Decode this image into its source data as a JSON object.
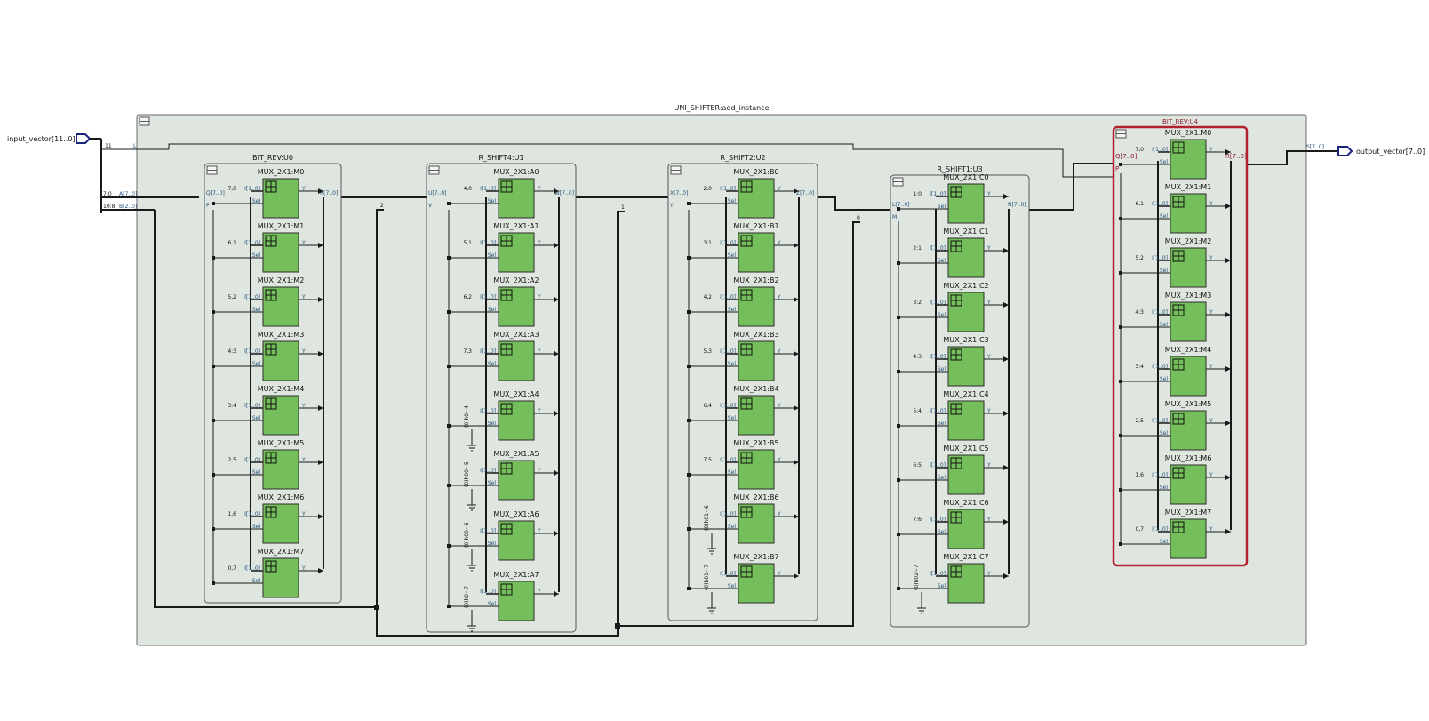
{
  "top": {
    "title": "UNI_SHIFTER:add_instance",
    "input_port": "input_vector[11..0]",
    "output_port": "output_vector[7..0]",
    "in_taps": [
      "11",
      "7:0",
      "10:8"
    ],
    "in_bus_labels": [
      "L",
      "A[7..0]",
      "B[2..0]"
    ],
    "out_bus_label": "S[7..0]"
  },
  "colors": {
    "frame_fill": "#dfe6e0",
    "mux_fill": "#74bf5b",
    "wire": "#1a1a1a",
    "bus_label": "#1f4e79",
    "highlight": "#b3202e"
  },
  "blocks": [
    {
      "title": "BIT_REV:U0",
      "in_bus": "Q[7..0]",
      "in_sel": "P",
      "out_bus": "R[7..0]",
      "highlight": false,
      "muxes": [
        {
          "name": "MUX_2X1:M0",
          "in": "7,0",
          "const": ""
        },
        {
          "name": "MUX_2X1:M1",
          "in": "6,1",
          "const": ""
        },
        {
          "name": "MUX_2X1:M2",
          "in": "5,2",
          "const": ""
        },
        {
          "name": "MUX_2X1:M3",
          "in": "4:3",
          "const": ""
        },
        {
          "name": "MUX_2X1:M4",
          "in": "3:4",
          "const": ""
        },
        {
          "name": "MUX_2X1:M5",
          "in": "2,5",
          "const": ""
        },
        {
          "name": "MUX_2X1:M6",
          "in": "1,6",
          "const": ""
        },
        {
          "name": "MUX_2X1:M7",
          "in": "0,7",
          "const": ""
        }
      ]
    },
    {
      "title": "R_SHIFT4:U1",
      "in_bus": "U[7..0]",
      "in_sel": "V",
      "out_bus": "W[7..0]",
      "highlight": false,
      "muxes": [
        {
          "name": "MUX_2X1:A0",
          "in": "4,0",
          "const": ""
        },
        {
          "name": "MUX_2X1:A1",
          "in": "5,1",
          "const": ""
        },
        {
          "name": "MUX_2X1:A2",
          "in": "6,2",
          "const": ""
        },
        {
          "name": "MUX_2X1:A3",
          "in": "7,3",
          "const": ""
        },
        {
          "name": "MUX_2X1:A4",
          "in": "",
          "const": "(0)h0~4"
        },
        {
          "name": "MUX_2X1:A5",
          "in": "",
          "const": "(0)h00~5"
        },
        {
          "name": "MUX_2X1:A6",
          "in": "",
          "const": "(0)h00~6"
        },
        {
          "name": "MUX_2X1:A7",
          "in": "",
          "const": "(0)h0~7"
        }
      ]
    },
    {
      "title": "R_SHIFT2:U2",
      "in_bus": "X[7..0]",
      "in_sel": "Y",
      "out_bus": "Z[7..0]",
      "highlight": false,
      "muxes": [
        {
          "name": "MUX_2X1:B0",
          "in": "2,0",
          "const": ""
        },
        {
          "name": "MUX_2X1:B1",
          "in": "3,1",
          "const": ""
        },
        {
          "name": "MUX_2X1:B2",
          "in": "4,2",
          "const": ""
        },
        {
          "name": "MUX_2X1:B3",
          "in": "5,3",
          "const": ""
        },
        {
          "name": "MUX_2X1:B4",
          "in": "6,4",
          "const": ""
        },
        {
          "name": "MUX_2X1:B5",
          "in": "7,5",
          "const": ""
        },
        {
          "name": "MUX_2X1:B6",
          "in": "",
          "const": "(0)h01~6"
        },
        {
          "name": "MUX_2X1:B7",
          "in": "",
          "const": "(0)h01~7"
        }
      ]
    },
    {
      "title": "R_SHIFT1:U3",
      "in_bus": "L[7..0]",
      "in_sel": "M",
      "out_bus": "N[7..0]",
      "highlight": false,
      "muxes": [
        {
          "name": "MUX_2X1:C0",
          "in": "1:0",
          "const": ""
        },
        {
          "name": "MUX_2X1:C1",
          "in": "2:1",
          "const": ""
        },
        {
          "name": "MUX_2X1:C2",
          "in": "3:2",
          "const": ""
        },
        {
          "name": "MUX_2X1:C3",
          "in": "4:3",
          "const": ""
        },
        {
          "name": "MUX_2X1:C4",
          "in": "5:4",
          "const": ""
        },
        {
          "name": "MUX_2X1:C5",
          "in": "6:5",
          "const": ""
        },
        {
          "name": "MUX_2X1:C6",
          "in": "7:6",
          "const": ""
        },
        {
          "name": "MUX_2X1:C7",
          "in": "",
          "const": "(0)h02~7"
        }
      ]
    },
    {
      "title": "BIT_REV:U4",
      "in_bus": "Q[7..0]",
      "in_sel": "P",
      "out_bus": "R[7..0]",
      "highlight": true,
      "muxes": [
        {
          "name": "MUX_2X1:M0",
          "in": "7,0",
          "const": ""
        },
        {
          "name": "MUX_2X1:M1",
          "in": "6,1",
          "const": ""
        },
        {
          "name": "MUX_2X1:M2",
          "in": "5,2",
          "const": ""
        },
        {
          "name": "MUX_2X1:M3",
          "in": "4:3",
          "const": ""
        },
        {
          "name": "MUX_2X1:M4",
          "in": "3:4",
          "const": ""
        },
        {
          "name": "MUX_2X1:M5",
          "in": "2,5",
          "const": ""
        },
        {
          "name": "MUX_2X1:M6",
          "in": "1,6",
          "const": ""
        },
        {
          "name": "MUX_2X1:M7",
          "in": "0,7",
          "const": ""
        }
      ]
    }
  ],
  "sel_taps": [
    "2",
    "1",
    "0"
  ],
  "mux_pins": {
    "in": "I[1..0]",
    "sel": "Sel",
    "out": "Y"
  }
}
